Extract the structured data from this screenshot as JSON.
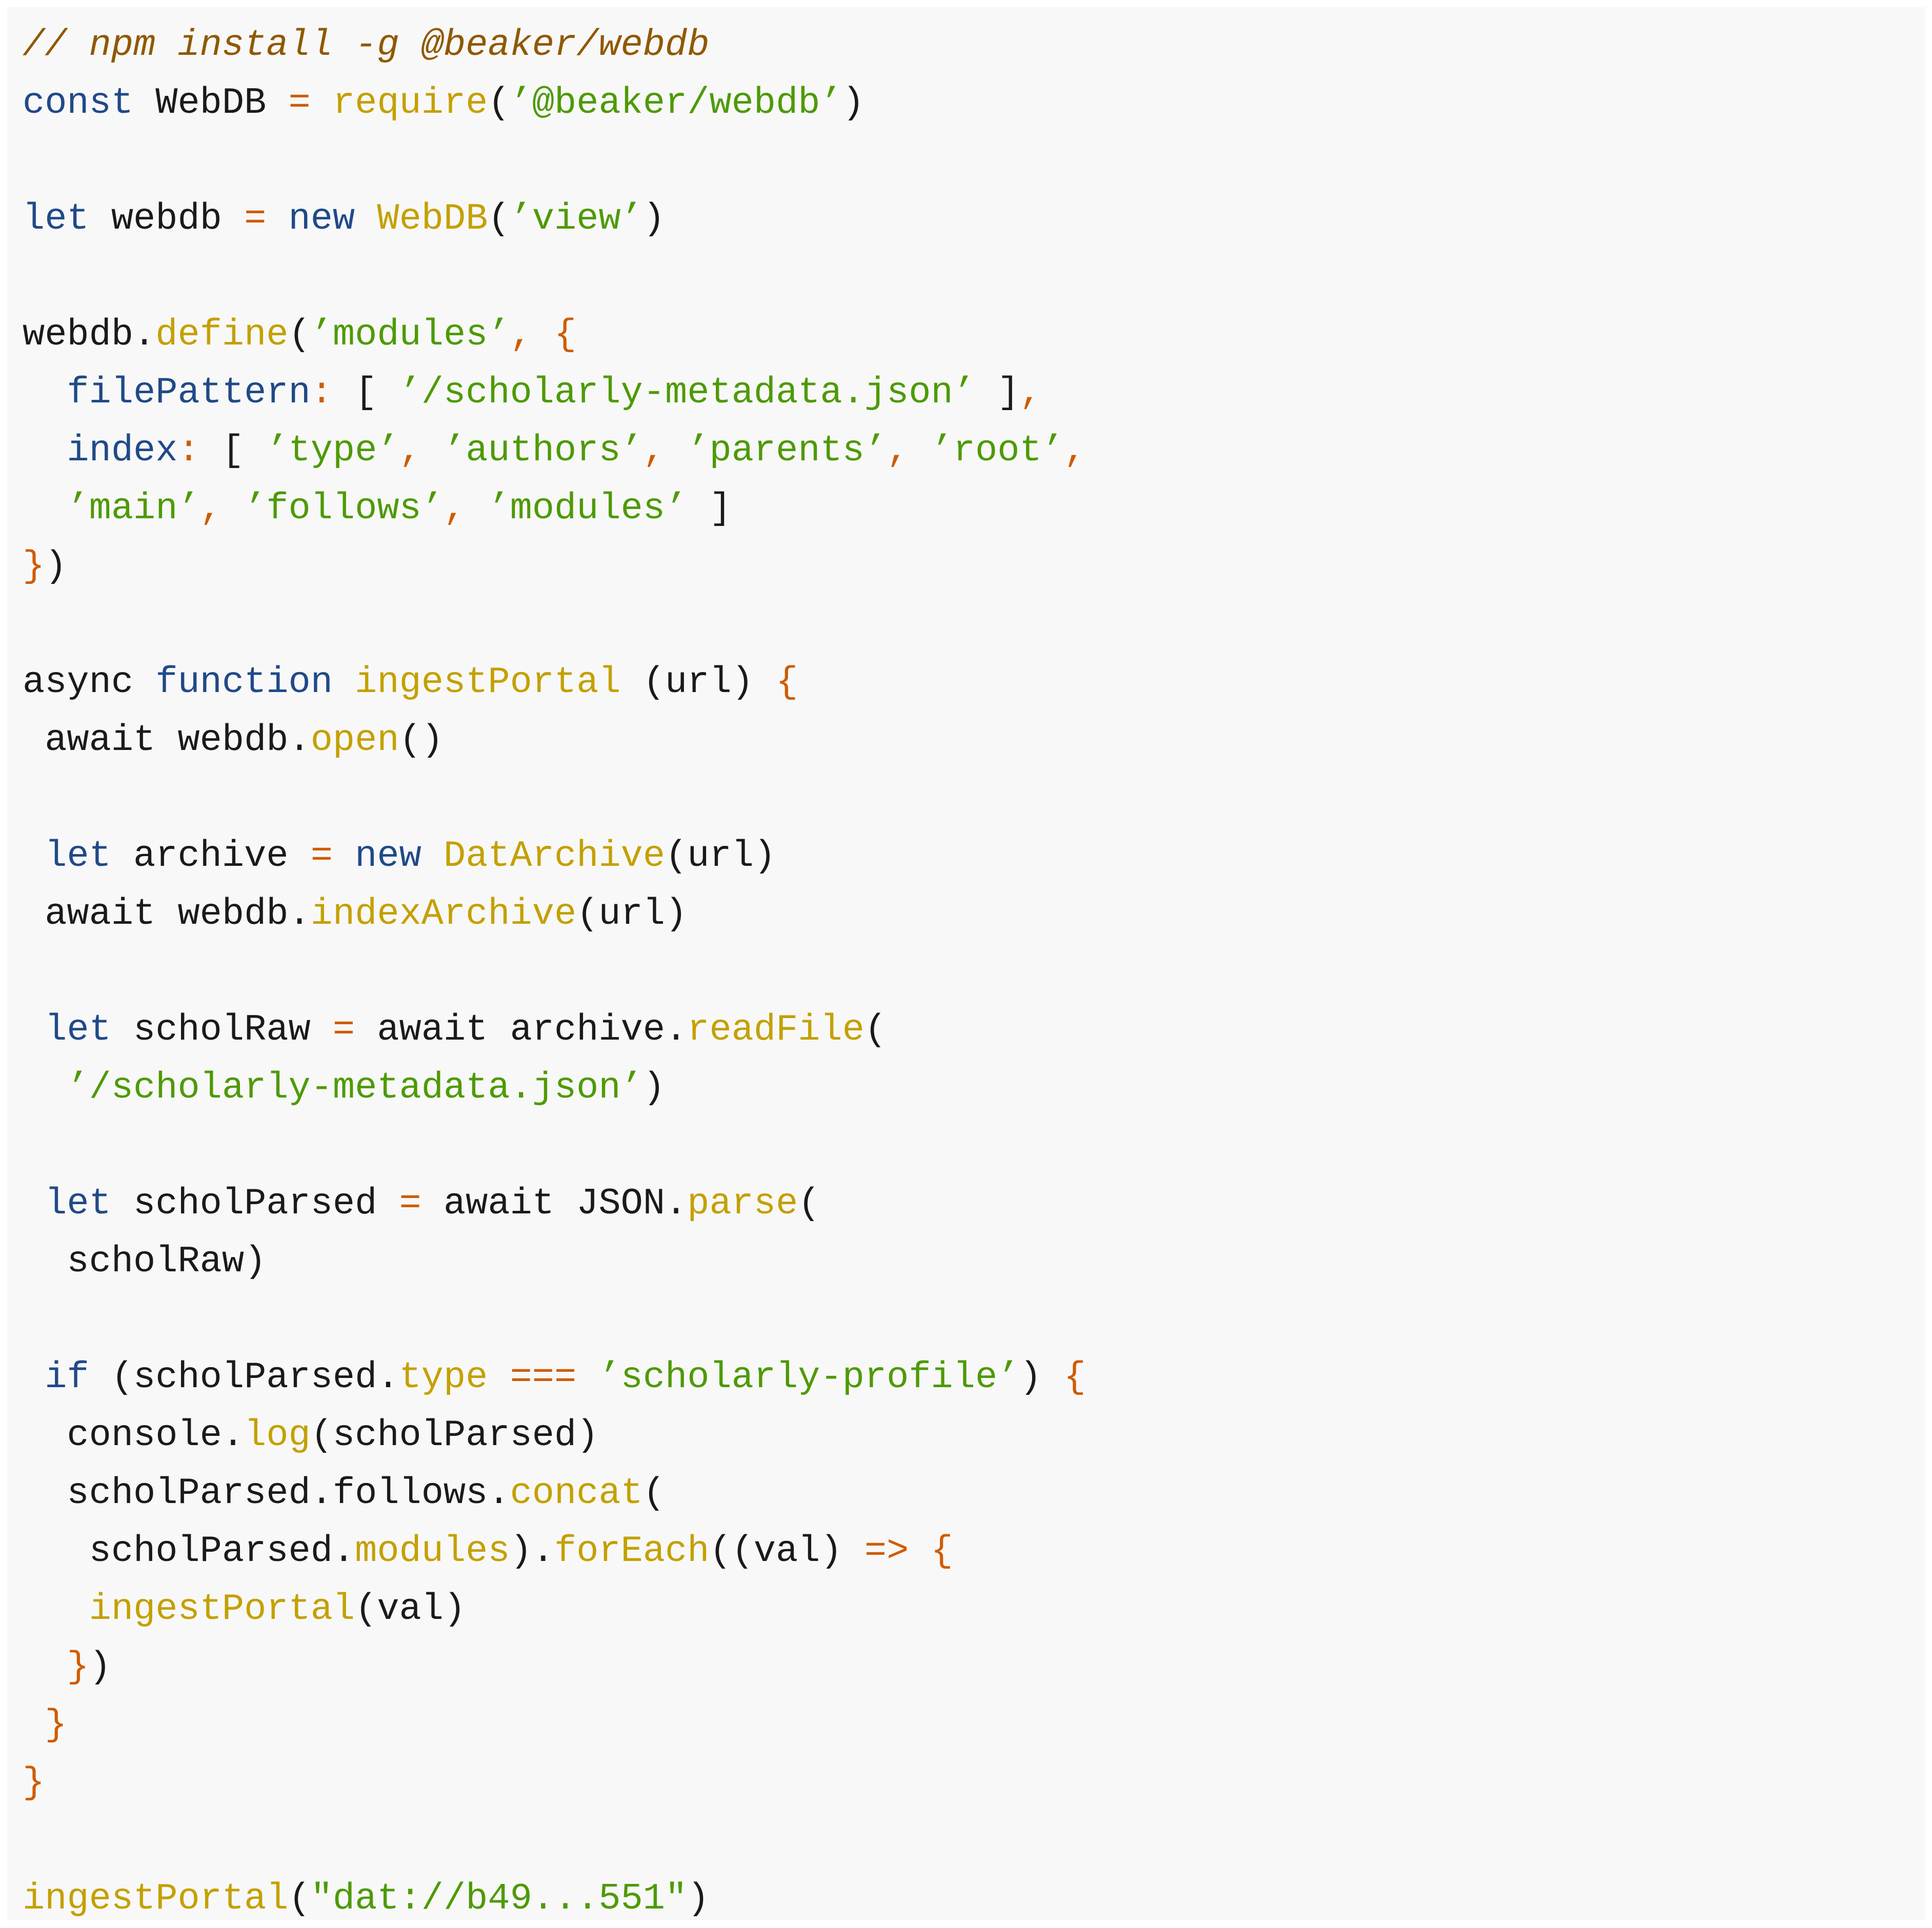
{
  "colors": {
    "comment": "#8f5902",
    "keyword": "#204a87",
    "function": "#c4a000",
    "string": "#4e9a06",
    "punctuation": "#ce5c00",
    "plain": "#1a1a1a",
    "background": "#f8f8f8"
  },
  "code": {
    "lines": [
      [
        {
          "t": "comment",
          "v": "// npm install -g @beaker/webdb"
        }
      ],
      [
        {
          "t": "keyword",
          "v": "const"
        },
        {
          "t": "plain",
          "v": " WebDB "
        },
        {
          "t": "punct",
          "v": "="
        },
        {
          "t": "plain",
          "v": " "
        },
        {
          "t": "func",
          "v": "require"
        },
        {
          "t": "plain",
          "v": "("
        },
        {
          "t": "string",
          "v": "’@beaker/webdb’"
        },
        {
          "t": "plain",
          "v": ")"
        }
      ],
      [],
      [
        {
          "t": "keyword",
          "v": "let"
        },
        {
          "t": "plain",
          "v": " webdb "
        },
        {
          "t": "punct",
          "v": "="
        },
        {
          "t": "plain",
          "v": " "
        },
        {
          "t": "keyword",
          "v": "new"
        },
        {
          "t": "plain",
          "v": " "
        },
        {
          "t": "func",
          "v": "WebDB"
        },
        {
          "t": "plain",
          "v": "("
        },
        {
          "t": "string",
          "v": "’view’"
        },
        {
          "t": "plain",
          "v": ")"
        }
      ],
      [],
      [
        {
          "t": "plain",
          "v": "webdb."
        },
        {
          "t": "func",
          "v": "define"
        },
        {
          "t": "plain",
          "v": "("
        },
        {
          "t": "string",
          "v": "’modules’"
        },
        {
          "t": "punct",
          "v": ","
        },
        {
          "t": "plain",
          "v": " "
        },
        {
          "t": "punct",
          "v": "{"
        }
      ],
      [
        {
          "t": "plain",
          "v": "  "
        },
        {
          "t": "keyword",
          "v": "filePattern"
        },
        {
          "t": "punct",
          "v": ":"
        },
        {
          "t": "plain",
          "v": " [ "
        },
        {
          "t": "string",
          "v": "’/scholarly-metadata.json’"
        },
        {
          "t": "plain",
          "v": " ]"
        },
        {
          "t": "punct",
          "v": ","
        }
      ],
      [
        {
          "t": "plain",
          "v": "  "
        },
        {
          "t": "keyword",
          "v": "index"
        },
        {
          "t": "punct",
          "v": ":"
        },
        {
          "t": "plain",
          "v": " [ "
        },
        {
          "t": "string",
          "v": "’type’"
        },
        {
          "t": "punct",
          "v": ","
        },
        {
          "t": "plain",
          "v": " "
        },
        {
          "t": "string",
          "v": "’authors’"
        },
        {
          "t": "punct",
          "v": ","
        },
        {
          "t": "plain",
          "v": " "
        },
        {
          "t": "string",
          "v": "’parents’"
        },
        {
          "t": "punct",
          "v": ","
        },
        {
          "t": "plain",
          "v": " "
        },
        {
          "t": "string",
          "v": "’root’"
        },
        {
          "t": "punct",
          "v": ","
        }
      ],
      [
        {
          "t": "plain",
          "v": "  "
        },
        {
          "t": "string",
          "v": "’main’"
        },
        {
          "t": "punct",
          "v": ","
        },
        {
          "t": "plain",
          "v": " "
        },
        {
          "t": "string",
          "v": "’follows’"
        },
        {
          "t": "punct",
          "v": ","
        },
        {
          "t": "plain",
          "v": " "
        },
        {
          "t": "string",
          "v": "’modules’"
        },
        {
          "t": "plain",
          "v": " ]"
        }
      ],
      [
        {
          "t": "punct",
          "v": "}"
        },
        {
          "t": "plain",
          "v": ")"
        }
      ],
      [],
      [
        {
          "t": "plain",
          "v": "async "
        },
        {
          "t": "keyword",
          "v": "function"
        },
        {
          "t": "plain",
          "v": " "
        },
        {
          "t": "func",
          "v": "ingestPortal"
        },
        {
          "t": "plain",
          "v": " (url) "
        },
        {
          "t": "punct",
          "v": "{"
        }
      ],
      [
        {
          "t": "plain",
          "v": " await webdb."
        },
        {
          "t": "func",
          "v": "open"
        },
        {
          "t": "plain",
          "v": "()"
        }
      ],
      [],
      [
        {
          "t": "plain",
          "v": " "
        },
        {
          "t": "keyword",
          "v": "let"
        },
        {
          "t": "plain",
          "v": " archive "
        },
        {
          "t": "punct",
          "v": "="
        },
        {
          "t": "plain",
          "v": " "
        },
        {
          "t": "keyword",
          "v": "new"
        },
        {
          "t": "plain",
          "v": " "
        },
        {
          "t": "func",
          "v": "DatArchive"
        },
        {
          "t": "plain",
          "v": "(url)"
        }
      ],
      [
        {
          "t": "plain",
          "v": " await webdb."
        },
        {
          "t": "func",
          "v": "indexArchive"
        },
        {
          "t": "plain",
          "v": "(url)"
        }
      ],
      [],
      [
        {
          "t": "plain",
          "v": " "
        },
        {
          "t": "keyword",
          "v": "let"
        },
        {
          "t": "plain",
          "v": " scholRaw "
        },
        {
          "t": "punct",
          "v": "="
        },
        {
          "t": "plain",
          "v": " await archive."
        },
        {
          "t": "func",
          "v": "readFile"
        },
        {
          "t": "plain",
          "v": "("
        }
      ],
      [
        {
          "t": "plain",
          "v": "  "
        },
        {
          "t": "string",
          "v": "’/scholarly-metadata.json’"
        },
        {
          "t": "plain",
          "v": ")"
        }
      ],
      [],
      [
        {
          "t": "plain",
          "v": " "
        },
        {
          "t": "keyword",
          "v": "let"
        },
        {
          "t": "plain",
          "v": " scholParsed "
        },
        {
          "t": "punct",
          "v": "="
        },
        {
          "t": "plain",
          "v": " await JSON."
        },
        {
          "t": "func",
          "v": "parse"
        },
        {
          "t": "plain",
          "v": "("
        }
      ],
      [
        {
          "t": "plain",
          "v": "  scholRaw)"
        }
      ],
      [],
      [
        {
          "t": "plain",
          "v": " "
        },
        {
          "t": "keyword",
          "v": "if"
        },
        {
          "t": "plain",
          "v": " (scholParsed."
        },
        {
          "t": "func",
          "v": "type"
        },
        {
          "t": "plain",
          "v": " "
        },
        {
          "t": "punct",
          "v": "==="
        },
        {
          "t": "plain",
          "v": " "
        },
        {
          "t": "string",
          "v": "’scholarly-profile’"
        },
        {
          "t": "plain",
          "v": ") "
        },
        {
          "t": "punct",
          "v": "{"
        }
      ],
      [
        {
          "t": "plain",
          "v": "  console."
        },
        {
          "t": "func",
          "v": "log"
        },
        {
          "t": "plain",
          "v": "(scholParsed)"
        }
      ],
      [
        {
          "t": "plain",
          "v": "  scholParsed.follows."
        },
        {
          "t": "func",
          "v": "concat"
        },
        {
          "t": "plain",
          "v": "("
        }
      ],
      [
        {
          "t": "plain",
          "v": "   scholParsed."
        },
        {
          "t": "func",
          "v": "modules"
        },
        {
          "t": "plain",
          "v": ")."
        },
        {
          "t": "func",
          "v": "forEach"
        },
        {
          "t": "plain",
          "v": "((val) "
        },
        {
          "t": "punct",
          "v": "=>"
        },
        {
          "t": "plain",
          "v": " "
        },
        {
          "t": "punct",
          "v": "{"
        }
      ],
      [
        {
          "t": "plain",
          "v": "   "
        },
        {
          "t": "func",
          "v": "ingestPortal"
        },
        {
          "t": "plain",
          "v": "(val)"
        }
      ],
      [
        {
          "t": "plain",
          "v": "  "
        },
        {
          "t": "punct",
          "v": "}"
        },
        {
          "t": "plain",
          "v": ")"
        }
      ],
      [
        {
          "t": "plain",
          "v": " "
        },
        {
          "t": "punct",
          "v": "}"
        }
      ],
      [
        {
          "t": "punct",
          "v": "}"
        }
      ],
      [],
      [
        {
          "t": "func",
          "v": "ingestPortal"
        },
        {
          "t": "plain",
          "v": "("
        },
        {
          "t": "string",
          "v": "\"dat://b49...551\""
        },
        {
          "t": "plain",
          "v": ")"
        }
      ]
    ]
  }
}
